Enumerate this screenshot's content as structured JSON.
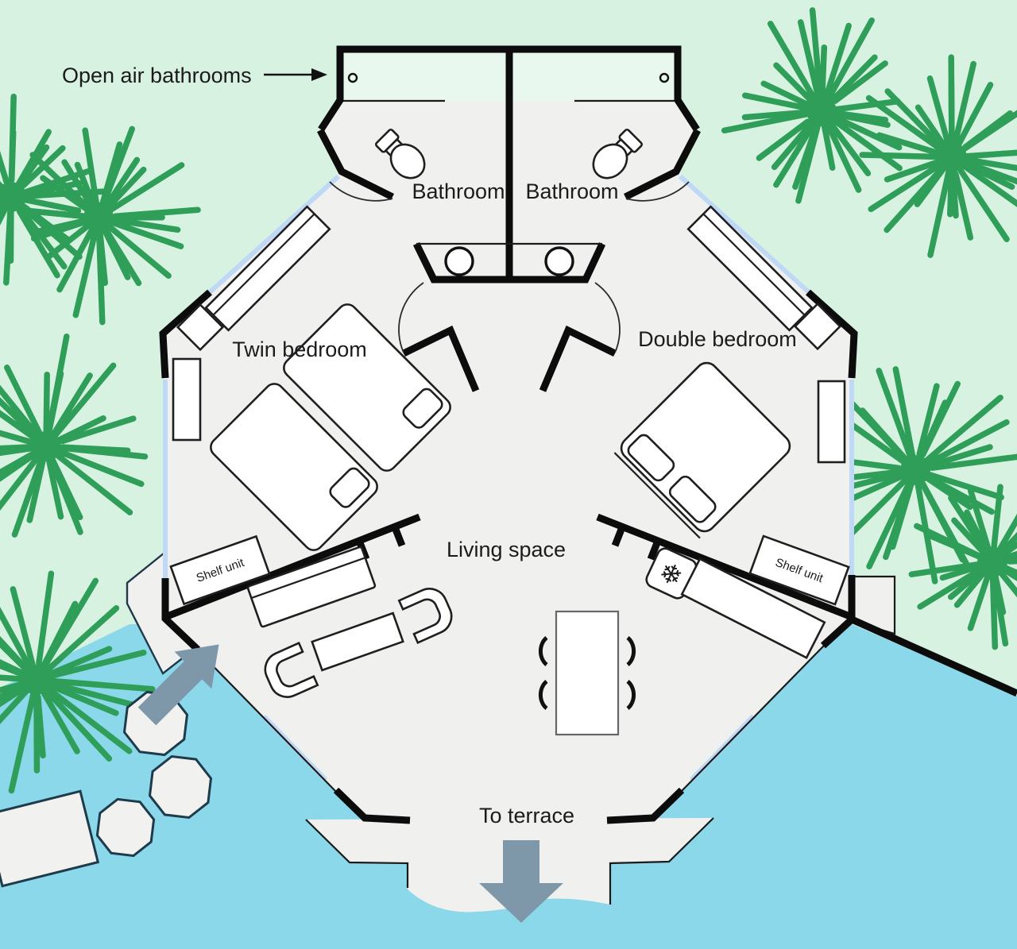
{
  "floorplan": {
    "rooms": {
      "bathroom_left": "Bathroom",
      "bathroom_right": "Bathroom",
      "twin_bedroom": "Twin bedroom",
      "double_bedroom": "Double bedroom",
      "living_space": "Living space"
    },
    "annotations": {
      "open_air_bathrooms": "Open air bathrooms",
      "to_terrace": "To terrace"
    },
    "furniture": {
      "shelf_unit_left": "Shelf unit",
      "shelf_unit_right": "Shelf unit"
    },
    "icons": {
      "fridge_snowflake": "❄"
    },
    "colors": {
      "background": "#d8f2e2",
      "water": "#8bd8eb",
      "floor": "#f0f0ef",
      "open_air_floor": "#e9f8ef",
      "wall": "#0c0c0c",
      "window": "#bfd8f6",
      "tree": "#2e9e59",
      "arrow": "#7e98aa",
      "stone_outline": "#1d3b4a"
    }
  }
}
